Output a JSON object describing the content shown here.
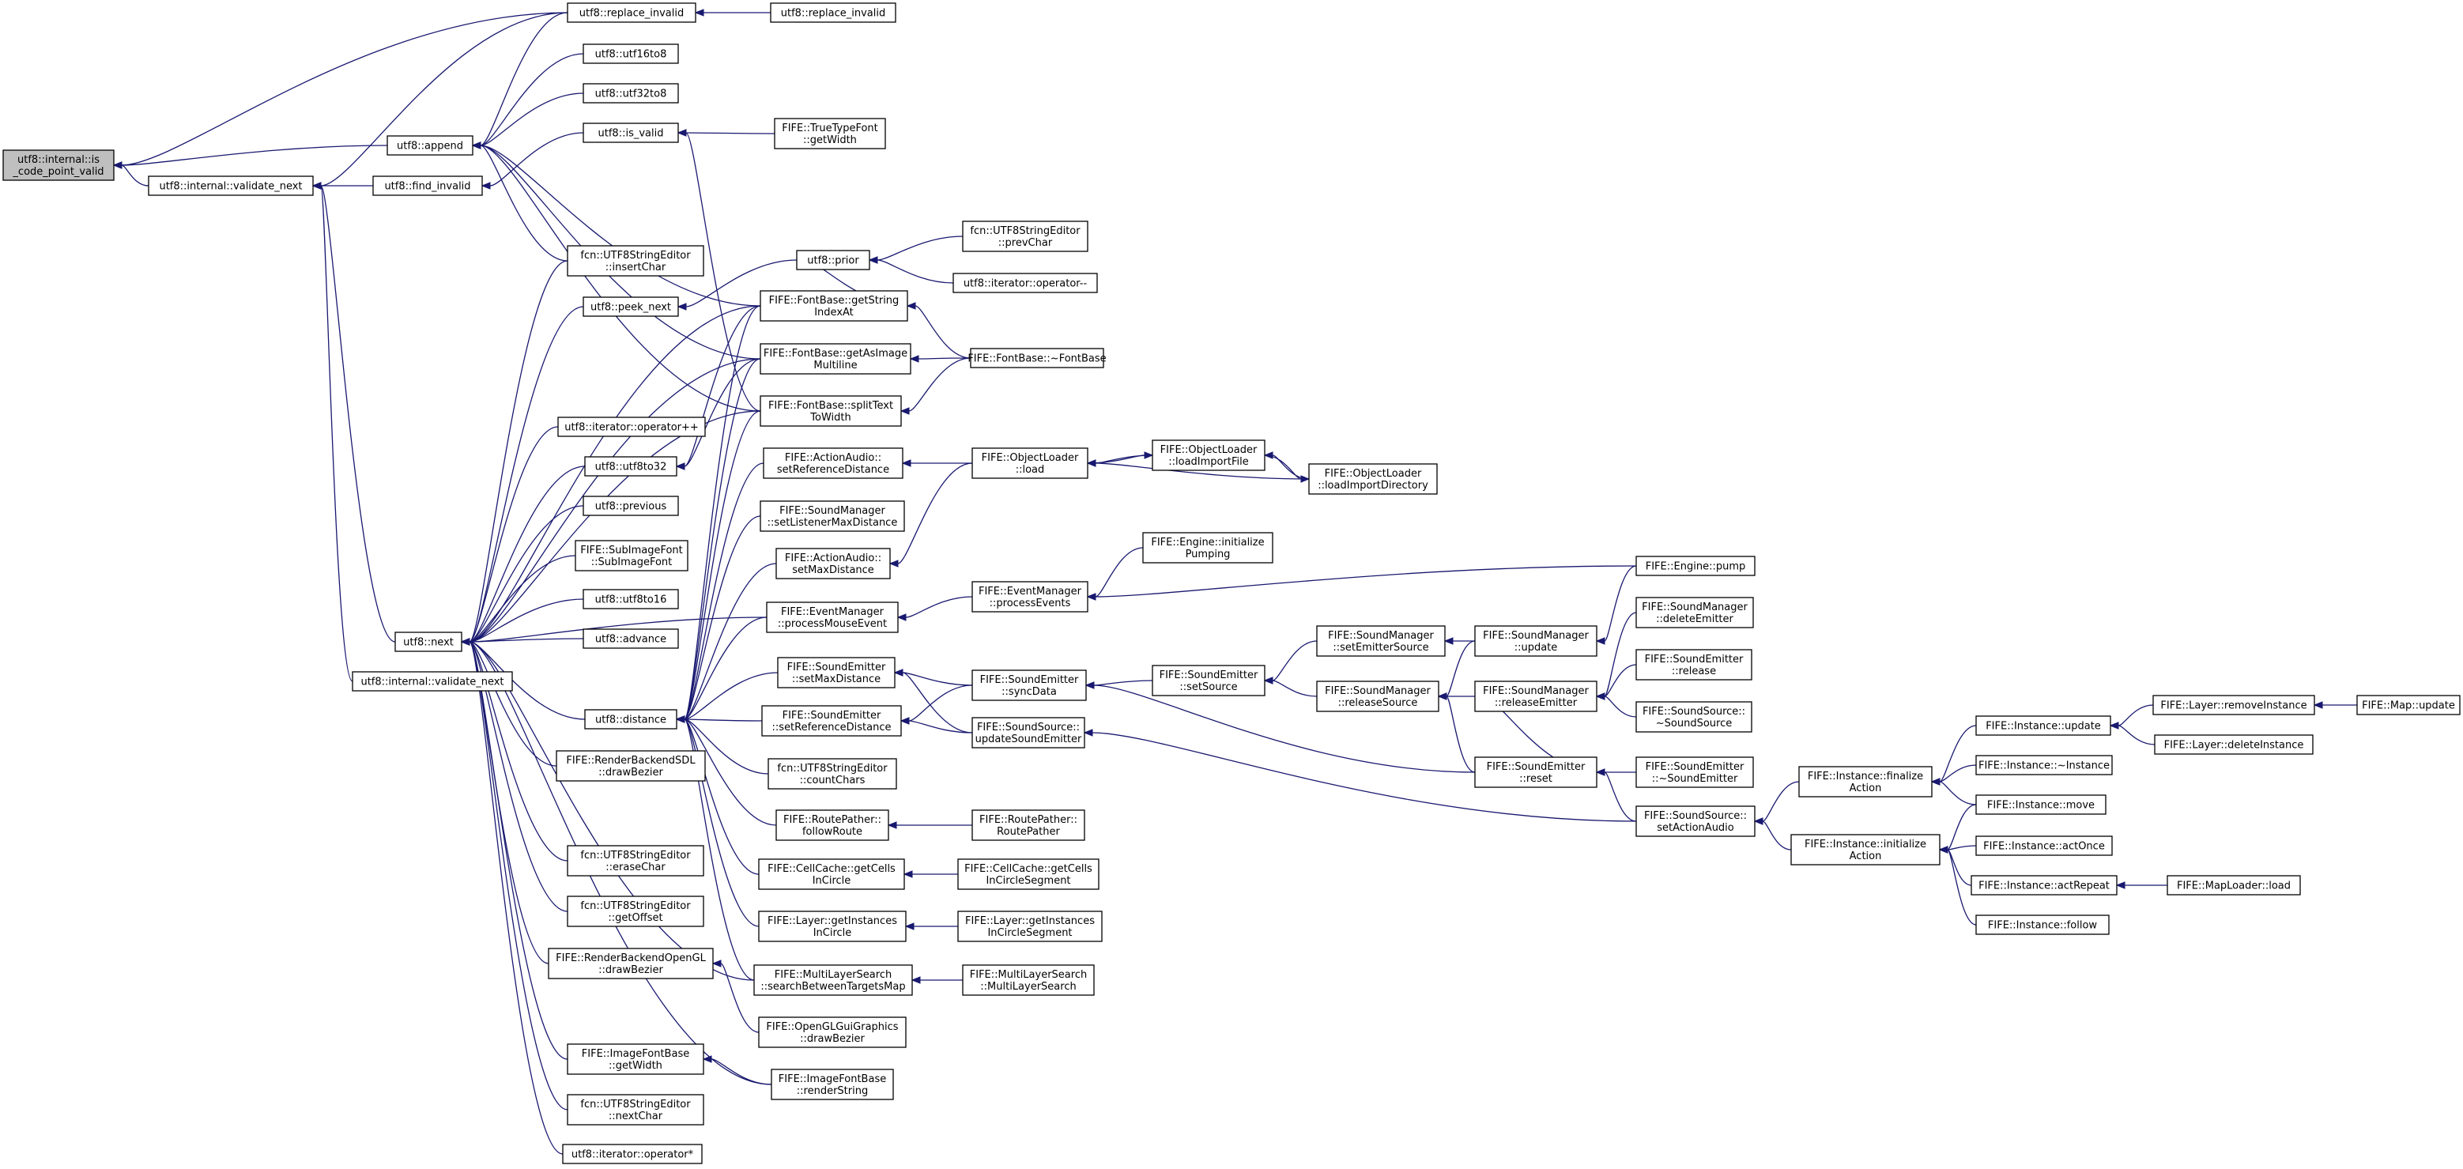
{
  "diagram": {
    "type": "call-graph",
    "colors": {
      "edge": "#191970",
      "root_fill": "#bfbfbf",
      "node_fill": "#ffffff",
      "border": "#000000"
    },
    "nodes": [
      {
        "id": "root",
        "lines": [
          "utf8::internal::is",
          "_code_point_valid"
        ]
      },
      {
        "id": "validate_next",
        "lines": [
          "utf8::internal::validate_next"
        ]
      },
      {
        "id": "append",
        "lines": [
          "utf8::append"
        ]
      },
      {
        "id": "replace_invalid1",
        "lines": [
          "utf8::replace_invalid"
        ]
      },
      {
        "id": "replace_invalid2",
        "lines": [
          "utf8::replace_invalid"
        ]
      },
      {
        "id": "utf16to8",
        "lines": [
          "utf8::utf16to8"
        ]
      },
      {
        "id": "utf32to8",
        "lines": [
          "utf8::utf32to8"
        ]
      },
      {
        "id": "is_valid",
        "lines": [
          "utf8::is_valid"
        ]
      },
      {
        "id": "truetype_getwidth",
        "lines": [
          "FIFE::TrueTypeFont",
          "::getWidth"
        ]
      },
      {
        "id": "find_invalid",
        "lines": [
          "utf8::find_invalid"
        ]
      },
      {
        "id": "insertchar",
        "lines": [
          "fcn::UTF8StringEditor",
          "::insertChar"
        ]
      },
      {
        "id": "prior",
        "lines": [
          "utf8::prior"
        ]
      },
      {
        "id": "prevchar",
        "lines": [
          "fcn::UTF8StringEditor",
          "::prevChar"
        ]
      },
      {
        "id": "iter_minus",
        "lines": [
          "utf8::iterator::operator--"
        ]
      },
      {
        "id": "peek_next",
        "lines": [
          "utf8::peek_next"
        ]
      },
      {
        "id": "getstringindexat",
        "lines": [
          "FIFE::FontBase::getString",
          "IndexAt"
        ]
      },
      {
        "id": "getasimagemultiline",
        "lines": [
          "FIFE::FontBase::getAsImage",
          "Multiline"
        ]
      },
      {
        "id": "fontbase_dtor",
        "lines": [
          "FIFE::FontBase::~FontBase"
        ]
      },
      {
        "id": "splittexttowidth",
        "lines": [
          "FIFE::FontBase::splitText",
          "ToWidth"
        ]
      },
      {
        "id": "iter_plusplus",
        "lines": [
          "utf8::iterator::operator++"
        ]
      },
      {
        "id": "utf8to32",
        "lines": [
          "utf8::utf8to32"
        ]
      },
      {
        "id": "actionaudio_setref",
        "lines": [
          "FIFE::ActionAudio::",
          "setReferenceDistance"
        ]
      },
      {
        "id": "objectloader_load",
        "lines": [
          "FIFE::ObjectLoader",
          "::load"
        ]
      },
      {
        "id": "loadimportfile",
        "lines": [
          "FIFE::ObjectLoader",
          "::loadImportFile"
        ]
      },
      {
        "id": "loadimportdirectory",
        "lines": [
          "FIFE::ObjectLoader",
          "::loadImportDirectory"
        ]
      },
      {
        "id": "previous",
        "lines": [
          "utf8::previous"
        ]
      },
      {
        "id": "setlistenermax",
        "lines": [
          "FIFE::SoundManager",
          "::setListenerMaxDistance"
        ]
      },
      {
        "id": "subimagefont",
        "lines": [
          "FIFE::SubImageFont",
          "::SubImageFont"
        ]
      },
      {
        "id": "actionaudio_setmax",
        "lines": [
          "FIFE::ActionAudio::",
          "setMaxDistance"
        ]
      },
      {
        "id": "engine_initpumping",
        "lines": [
          "FIFE::Engine::initialize",
          "Pumping"
        ]
      },
      {
        "id": "engine_pump",
        "lines": [
          "FIFE::Engine::pump"
        ]
      },
      {
        "id": "processevents",
        "lines": [
          "FIFE::EventManager",
          "::processEvents"
        ]
      },
      {
        "id": "utf8to16",
        "lines": [
          "utf8::utf8to16"
        ]
      },
      {
        "id": "processmouseevent",
        "lines": [
          "FIFE::EventManager",
          "::processMouseEvent"
        ]
      },
      {
        "id": "sm_deleteemitter",
        "lines": [
          "FIFE::SoundManager",
          "::deleteEmitter"
        ]
      },
      {
        "id": "next",
        "lines": [
          "utf8::next"
        ]
      },
      {
        "id": "advance",
        "lines": [
          "utf8::advance"
        ]
      },
      {
        "id": "sm_update",
        "lines": [
          "FIFE::SoundManager",
          "::update"
        ]
      },
      {
        "id": "sm_setemittersource",
        "lines": [
          "FIFE::SoundManager",
          "::setEmitterSource"
        ]
      },
      {
        "id": "se_release",
        "lines": [
          "FIFE::SoundEmitter",
          "::release"
        ]
      },
      {
        "id": "validate_next2",
        "lines": [
          "utf8::internal::validate_next"
        ]
      },
      {
        "id": "se_setmaxdistance",
        "lines": [
          "FIFE::SoundEmitter",
          "::setMaxDistance"
        ]
      },
      {
        "id": "se_syncdata",
        "lines": [
          "FIFE::SoundEmitter",
          "::syncData"
        ]
      },
      {
        "id": "se_setsource",
        "lines": [
          "FIFE::SoundEmitter",
          "::setSource"
        ]
      },
      {
        "id": "sm_releasesource",
        "lines": [
          "FIFE::SoundManager",
          "::releaseSource"
        ]
      },
      {
        "id": "sm_releaseemitter",
        "lines": [
          "FIFE::SoundManager",
          "::releaseEmitter"
        ]
      },
      {
        "id": "ss_dtor",
        "lines": [
          "FIFE::SoundSource::",
          "~SoundSource"
        ]
      },
      {
        "id": "layer_removeinstance",
        "lines": [
          "FIFE::Layer::removeInstance"
        ]
      },
      {
        "id": "map_update",
        "lines": [
          "FIFE::Map::update"
        ]
      },
      {
        "id": "instance_update",
        "lines": [
          "FIFE::Instance::update"
        ]
      },
      {
        "id": "distance",
        "lines": [
          "utf8::distance"
        ]
      },
      {
        "id": "se_setrefdistance",
        "lines": [
          "FIFE::SoundEmitter",
          "::setReferenceDistance"
        ]
      },
      {
        "id": "ss_updatesoundemitter",
        "lines": [
          "FIFE::SoundSource::",
          "updateSoundEmitter"
        ]
      },
      {
        "id": "layer_deleteinstance",
        "lines": [
          "FIFE::Layer::deleteInstance"
        ]
      },
      {
        "id": "rbsdl_drawbezier",
        "lines": [
          "FIFE::RenderBackendSDL",
          "::drawBezier"
        ]
      },
      {
        "id": "countchars",
        "lines": [
          "fcn::UTF8StringEditor",
          "::countChars"
        ]
      },
      {
        "id": "se_reset",
        "lines": [
          "FIFE::SoundEmitter",
          "::reset"
        ]
      },
      {
        "id": "se_dtor",
        "lines": [
          "FIFE::SoundEmitter",
          "::~SoundEmitter"
        ]
      },
      {
        "id": "instance_dtor",
        "lines": [
          "FIFE::Instance::~Instance"
        ]
      },
      {
        "id": "finalizeaction",
        "lines": [
          "FIFE::Instance::finalize",
          "Action"
        ]
      },
      {
        "id": "followroute",
        "lines": [
          "FIFE::RoutePather::",
          "followRoute"
        ]
      },
      {
        "id": "routepather_ctor",
        "lines": [
          "FIFE::RoutePather::",
          "RoutePather"
        ]
      },
      {
        "id": "setactionaudio",
        "lines": [
          "FIFE::SoundSource::",
          "setActionAudio"
        ]
      },
      {
        "id": "instance_move",
        "lines": [
          "FIFE::Instance::move"
        ]
      },
      {
        "id": "erasechar",
        "lines": [
          "fcn::UTF8StringEditor",
          "::eraseChar"
        ]
      },
      {
        "id": "initializeaction",
        "lines": [
          "FIFE::Instance::initialize",
          "Action"
        ]
      },
      {
        "id": "actonce",
        "lines": [
          "FIFE::Instance::actOnce"
        ]
      },
      {
        "id": "cellcache_getcells",
        "lines": [
          "FIFE::CellCache::getCells",
          "InCircle"
        ]
      },
      {
        "id": "cellcache_segment",
        "lines": [
          "FIFE::CellCache::getCells",
          "InCircleSegment"
        ]
      },
      {
        "id": "actrepeat",
        "lines": [
          "FIFE::Instance::actRepeat"
        ]
      },
      {
        "id": "maploader_load",
        "lines": [
          "FIFE::MapLoader::load"
        ]
      },
      {
        "id": "getoffset",
        "lines": [
          "fcn::UTF8StringEditor",
          "::getOffset"
        ]
      },
      {
        "id": "layer_getinstances",
        "lines": [
          "FIFE::Layer::getInstances",
          "InCircle"
        ]
      },
      {
        "id": "layer_getinstancesseg",
        "lines": [
          "FIFE::Layer::getInstances",
          "InCircleSegment"
        ]
      },
      {
        "id": "instance_follow",
        "lines": [
          "FIFE::Instance::follow"
        ]
      },
      {
        "id": "rbogl_drawbezier",
        "lines": [
          "FIFE::RenderBackendOpenGL",
          "::drawBezier"
        ]
      },
      {
        "id": "mls_search",
        "lines": [
          "FIFE::MultiLayerSearch",
          "::searchBetweenTargetsMap"
        ]
      },
      {
        "id": "mls_ctor",
        "lines": [
          "FIFE::MultiLayerSearch",
          "::MultiLayerSearch"
        ]
      },
      {
        "id": "openglgui_drawbezier",
        "lines": [
          "FIFE::OpenGLGuiGraphics",
          "::drawBezier"
        ]
      },
      {
        "id": "imagefont_getwidth",
        "lines": [
          "FIFE::ImageFontBase",
          "::getWidth"
        ]
      },
      {
        "id": "imagefont_renderstring",
        "lines": [
          "FIFE::ImageFontBase",
          "::renderString"
        ]
      },
      {
        "id": "nextchar",
        "lines": [
          "fcn::UTF8StringEditor",
          "::nextChar"
        ]
      },
      {
        "id": "iter_deref",
        "lines": [
          "utf8::iterator::operator*"
        ]
      }
    ],
    "edges": [
      {
        "from": "root",
        "to": "validate_next"
      },
      {
        "from": "root",
        "to": "append"
      },
      {
        "from": "root",
        "to": "replace_invalid1"
      },
      {
        "from": "validate_next",
        "to": "find_invalid"
      },
      {
        "from": "validate_next",
        "to": "next"
      },
      {
        "from": "validate_next",
        "to": "validate_next2"
      },
      {
        "from": "validate_next",
        "to": "replace_invalid1"
      },
      {
        "from": "append",
        "to": "replace_invalid1"
      },
      {
        "from": "append",
        "to": "utf16to8"
      },
      {
        "from": "append",
        "to": "utf32to8"
      },
      {
        "from": "append",
        "to": "insertchar"
      },
      {
        "from": "append",
        "to": "getstringindexat"
      },
      {
        "from": "append",
        "to": "getasimagemultiline"
      },
      {
        "from": "append",
        "to": "splittexttowidth"
      },
      {
        "from": "replace_invalid1",
        "to": "replace_invalid2"
      },
      {
        "from": "find_invalid",
        "to": "is_valid"
      },
      {
        "from": "is_valid",
        "to": "truetype_getwidth"
      },
      {
        "from": "is_valid",
        "to": "splittexttowidth"
      },
      {
        "from": "prior",
        "to": "prevchar"
      },
      {
        "from": "prior",
        "to": "iter_minus"
      },
      {
        "from": "prior",
        "to": "getstringindexat"
      },
      {
        "from": "peek_next",
        "to": "prior"
      },
      {
        "from": "getstringindexat",
        "to": "fontbase_dtor"
      },
      {
        "from": "getasimagemultiline",
        "to": "fontbase_dtor"
      },
      {
        "from": "splittexttowidth",
        "to": "fontbase_dtor"
      },
      {
        "from": "utf8to32",
        "to": "getstringindexat"
      },
      {
        "from": "utf8to32",
        "to": "getasimagemultiline"
      },
      {
        "from": "actionaudio_setref",
        "to": "objectloader_load"
      },
      {
        "from": "actionaudio_setmax",
        "to": "objectloader_load"
      },
      {
        "from": "objectloader_load",
        "to": "loadimportfile"
      },
      {
        "from": "objectloader_load",
        "to": "loadimportdirectory"
      },
      {
        "from": "loadimportfile",
        "to": "objectloader_load"
      },
      {
        "from": "loadimportfile",
        "to": "loadimportdirectory"
      },
      {
        "from": "loadimportdirectory",
        "to": "loadimportfile"
      },
      {
        "from": "processmouseevent",
        "to": "processevents"
      },
      {
        "from": "processevents",
        "to": "engine_initpumping"
      },
      {
        "from": "processevents",
        "to": "engine_pump"
      },
      {
        "from": "next",
        "to": "insertchar"
      },
      {
        "from": "next",
        "to": "peek_next"
      },
      {
        "from": "next",
        "to": "iter_plusplus"
      },
      {
        "from": "next",
        "to": "utf8to32"
      },
      {
        "from": "next",
        "to": "previous"
      },
      {
        "from": "next",
        "to": "subimagefont"
      },
      {
        "from": "next",
        "to": "utf8to16"
      },
      {
        "from": "next",
        "to": "advance"
      },
      {
        "from": "next",
        "to": "distance"
      },
      {
        "from": "next",
        "to": "rbsdl_drawbezier"
      },
      {
        "from": "next",
        "to": "erasechar"
      },
      {
        "from": "next",
        "to": "getoffset"
      },
      {
        "from": "next",
        "to": "rbogl_drawbezier"
      },
      {
        "from": "next",
        "to": "imagefont_getwidth"
      },
      {
        "from": "next",
        "to": "nextchar"
      },
      {
        "from": "next",
        "to": "iter_deref"
      },
      {
        "from": "next",
        "to": "getstringindexat"
      },
      {
        "from": "next",
        "to": "getasimagemultiline"
      },
      {
        "from": "next",
        "to": "splittexttowidth"
      },
      {
        "from": "next",
        "to": "processmouseevent"
      },
      {
        "from": "next",
        "to": "imagefont_renderstring"
      },
      {
        "from": "next",
        "to": "mls_search"
      },
      {
        "from": "distance",
        "to": "getstringindexat"
      },
      {
        "from": "distance",
        "to": "getasimagemultiline"
      },
      {
        "from": "distance",
        "to": "splittexttowidth"
      },
      {
        "from": "distance",
        "to": "actionaudio_setref"
      },
      {
        "from": "distance",
        "to": "setlistenermax"
      },
      {
        "from": "distance",
        "to": "actionaudio_setmax"
      },
      {
        "from": "distance",
        "to": "processmouseevent"
      },
      {
        "from": "distance",
        "to": "se_setmaxdistance"
      },
      {
        "from": "distance",
        "to": "se_setrefdistance"
      },
      {
        "from": "distance",
        "to": "countchars"
      },
      {
        "from": "distance",
        "to": "followroute"
      },
      {
        "from": "distance",
        "to": "cellcache_getcells"
      },
      {
        "from": "distance",
        "to": "layer_getinstances"
      },
      {
        "from": "distance",
        "to": "mls_search"
      },
      {
        "from": "se_setmaxdistance",
        "to": "se_syncdata"
      },
      {
        "from": "se_setmaxdistance",
        "to": "ss_updatesoundemitter"
      },
      {
        "from": "se_setrefdistance",
        "to": "se_syncdata"
      },
      {
        "from": "se_setrefdistance",
        "to": "ss_updatesoundemitter"
      },
      {
        "from": "se_syncdata",
        "to": "se_setsource"
      },
      {
        "from": "se_syncdata",
        "to": "se_reset"
      },
      {
        "from": "se_setsource",
        "to": "sm_setemittersource"
      },
      {
        "from": "se_setsource",
        "to": "sm_releasesource"
      },
      {
        "from": "sm_setemittersource",
        "to": "sm_update"
      },
      {
        "from": "sm_releasesource",
        "to": "sm_update"
      },
      {
        "from": "sm_releasesource",
        "to": "sm_releaseemitter"
      },
      {
        "from": "sm_releasesource",
        "to": "se_reset"
      },
      {
        "from": "sm_update",
        "to": "engine_pump"
      },
      {
        "from": "sm_releaseemitter",
        "to": "sm_deleteemitter"
      },
      {
        "from": "sm_releaseemitter",
        "to": "se_release"
      },
      {
        "from": "sm_releaseemitter",
        "to": "ss_dtor"
      },
      {
        "from": "sm_releaseemitter",
        "to": "se_reset"
      },
      {
        "from": "se_reset",
        "to": "se_dtor"
      },
      {
        "from": "se_reset",
        "to": "setactionaudio"
      },
      {
        "from": "ss_updatesoundemitter",
        "to": "setactionaudio"
      },
      {
        "from": "setactionaudio",
        "to": "finalizeaction"
      },
      {
        "from": "setactionaudio",
        "to": "initializeaction"
      },
      {
        "from": "finalizeaction",
        "to": "instance_update"
      },
      {
        "from": "finalizeaction",
        "to": "instance_dtor"
      },
      {
        "from": "finalizeaction",
        "to": "instance_move"
      },
      {
        "from": "initializeaction",
        "to": "instance_move"
      },
      {
        "from": "initializeaction",
        "to": "actonce"
      },
      {
        "from": "initializeaction",
        "to": "actrepeat"
      },
      {
        "from": "initializeaction",
        "to": "instance_follow"
      },
      {
        "from": "instance_update",
        "to": "layer_removeinstance"
      },
      {
        "from": "instance_update",
        "to": "layer_deleteinstance"
      },
      {
        "from": "layer_removeinstance",
        "to": "map_update"
      },
      {
        "from": "actrepeat",
        "to": "maploader_load"
      },
      {
        "from": "followroute",
        "to": "routepather_ctor"
      },
      {
        "from": "cellcache_getcells",
        "to": "cellcache_segment"
      },
      {
        "from": "layer_getinstances",
        "to": "layer_getinstancesseg"
      },
      {
        "from": "mls_search",
        "to": "mls_ctor"
      },
      {
        "from": "rbogl_drawbezier",
        "to": "openglgui_drawbezier"
      },
      {
        "from": "imagefont_getwidth",
        "to": "imagefont_renderstring"
      }
    ]
  }
}
